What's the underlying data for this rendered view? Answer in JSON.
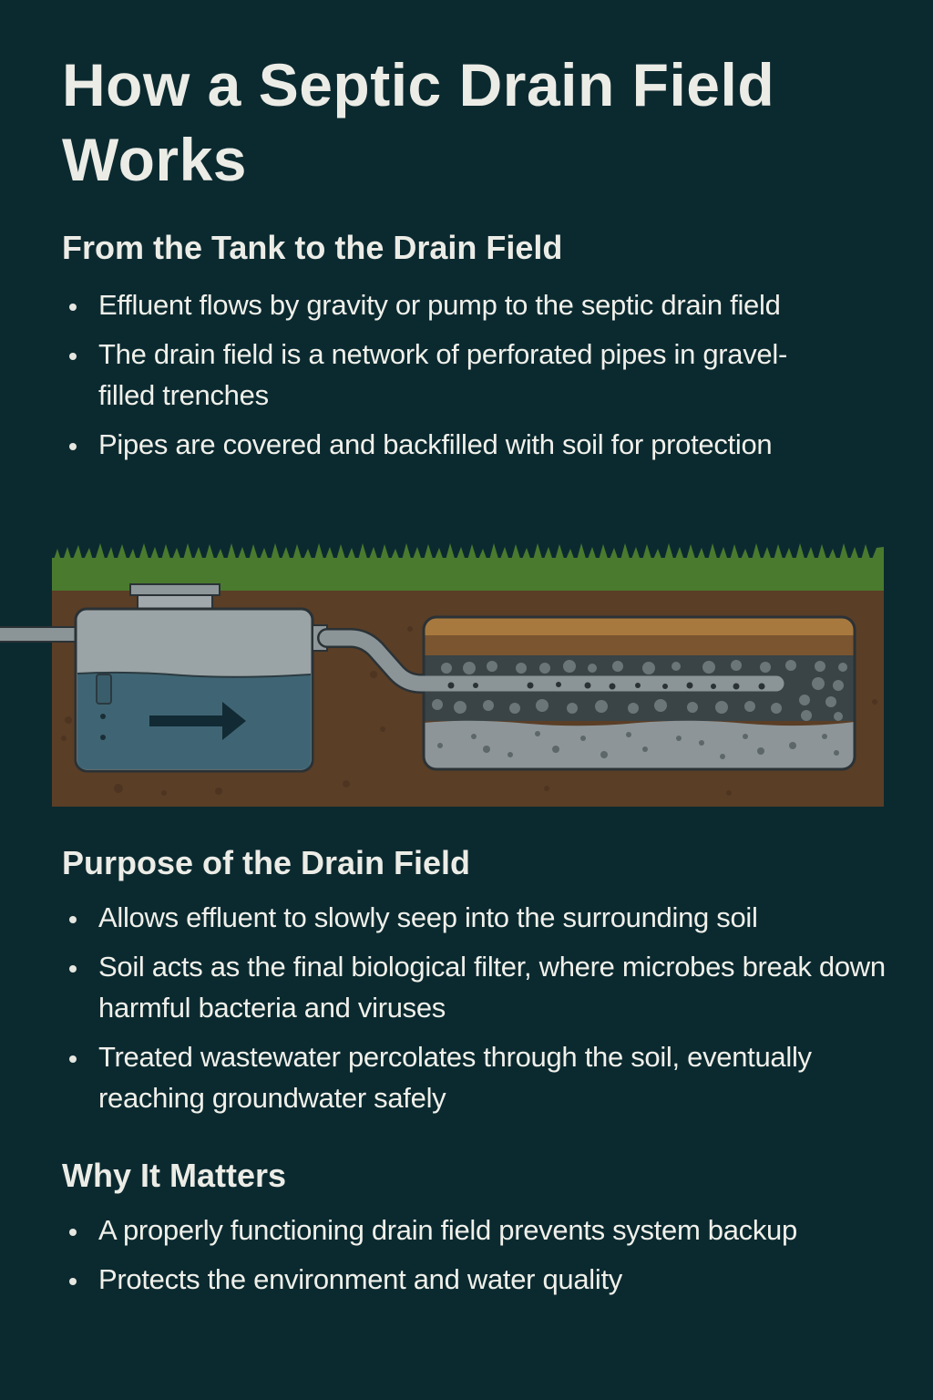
{
  "title": "How a Septic Drain Field Works",
  "sections": [
    {
      "heading": "From the Tank to the Drain Field",
      "bullets": [
        "Effluent flows by gravity or pump to the septic drain field",
        "The drain field is a network of perforated pipes in gravel-filled trenches",
        "Pipes are covered and backfilled with soil for protection"
      ]
    },
    {
      "heading": "Purpose of the Drain Field",
      "bullets": [
        "Allows effluent to slowly seep into the surrounding soil",
        "Soil acts as the final biological filter, where microbes break down harmful bacteria and viruses",
        "Treated wastewater percolates through the soil, eventually reaching groundwater safely"
      ]
    },
    {
      "heading": "Why It Matters",
      "bullets": [
        "A properly functioning drain field prevents system backup",
        "Protects the environment and water quality"
      ]
    }
  ],
  "diagram": {
    "components": [
      "inlet-pipe",
      "septic-tank",
      "tank-lid",
      "wastewater",
      "flow-arrow",
      "outlet-pipe",
      "drain-field-trench",
      "topsoil-layer",
      "soil-backfill-layer",
      "gravel-layer",
      "perforated-pipe",
      "base-gravel-layer",
      "grass"
    ],
    "colors": {
      "background": "#0b2a30",
      "grass": "#4a7a2e",
      "soil": "#5a3e26",
      "tank": "#8e979a",
      "water": "#3f6574",
      "pipe": "#8b9497",
      "topsoil": "#a8793e",
      "backfill": "#7a5530",
      "gravel": "#3a4346",
      "stone": "#6f7a7d",
      "base": "#8d9598"
    }
  }
}
